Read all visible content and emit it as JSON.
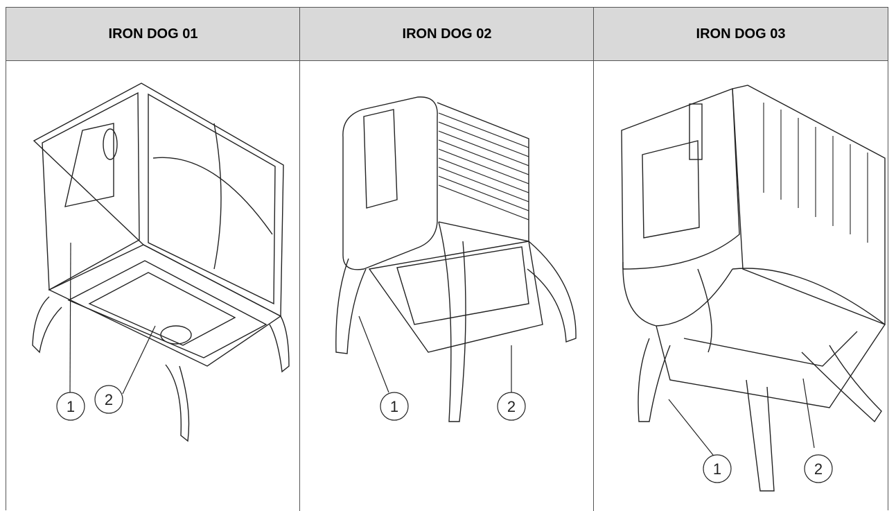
{
  "columns": [
    {
      "title": "IRON DOG 01",
      "callouts": [
        "1",
        "2"
      ]
    },
    {
      "title": "IRON DOG 02",
      "callouts": [
        "1",
        "2"
      ]
    },
    {
      "title": "IRON DOG 03",
      "callouts": [
        "1",
        "2"
      ]
    }
  ],
  "colors": {
    "header_bg": "#d9d9d9",
    "line": "#555555",
    "drawing": "#222222"
  }
}
